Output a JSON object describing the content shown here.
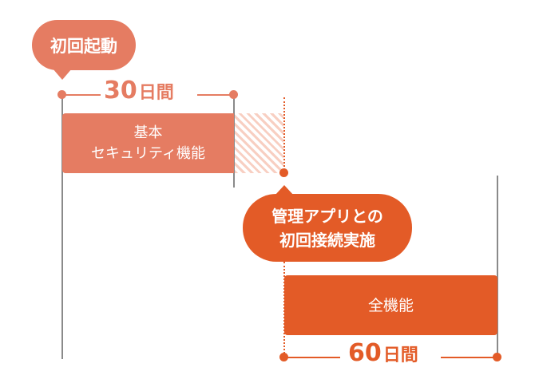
{
  "colors": {
    "light": "#E57C62",
    "dark": "#E35B27",
    "hatch": "#F8CFC2",
    "line": "#8A8A8A"
  },
  "start_bubble": {
    "label": "初回起動"
  },
  "trial": {
    "duration_number": "30",
    "duration_unit": "日間",
    "box_line1": "基本",
    "box_line2": "セキュリティ機能"
  },
  "connect_bubble": {
    "line1": "管理アプリとの",
    "line2": "初回接続実施"
  },
  "full": {
    "duration_number": "60",
    "duration_unit": "日間",
    "box_label": "全機能"
  }
}
